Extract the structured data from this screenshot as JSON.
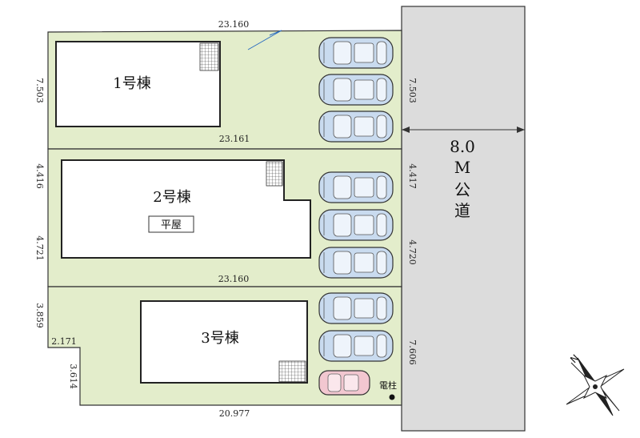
{
  "colors": {
    "lot": "#e3edcb",
    "road": "#dcdcdc",
    "building": "#ffffff",
    "line": "#333333",
    "car_blue": "#c9dbef",
    "car_red": "#f2c7d0"
  },
  "buildings": {
    "b1": {
      "name": "1号棟"
    },
    "b2": {
      "name": "2号棟",
      "tag": "平屋"
    },
    "b3": {
      "name": "3号棟"
    }
  },
  "dimensions": {
    "top": "23.160",
    "lot1_bottom": "23.161",
    "lot2_bottom": "23.160",
    "lot3_bottom": "20.977",
    "lot1_left": "7.503",
    "lot1_right": "7.503",
    "lot2_left_a": "4.416",
    "lot2_left_b": "4.721",
    "lot2_right_a": "4.417",
    "lot2_right_b": "4.720",
    "lot3_left_a": "3.859",
    "lot3_step": "2.171",
    "lot3_left_b": "3.614",
    "lot3_right": "7.606"
  },
  "road": {
    "width": "8.0",
    "unit": "M",
    "name_1": "公",
    "name_2": "道"
  },
  "pole_label": "電柱",
  "compass": {
    "north": "N"
  },
  "icons": {
    "car": "car-icon",
    "pole": "utility-pole-icon",
    "compass": "compass-rose-icon",
    "stair": "stair-grid-icon"
  }
}
